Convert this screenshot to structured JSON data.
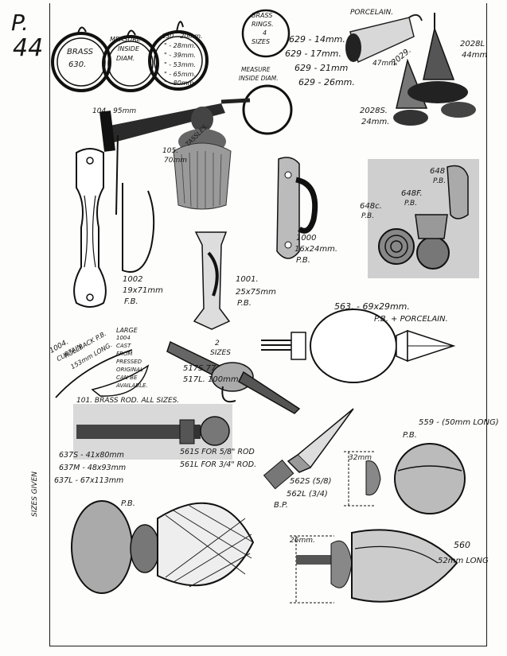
{
  "page": {
    "prefix": "P.",
    "number": "44"
  },
  "items": {
    "brass_rings_630": {
      "left_label": [
        "BRASS",
        "630."
      ],
      "measure_label": [
        "MEASURE",
        "INSIDE",
        "DIAM."
      ],
      "sizes": [
        "630 - 20mm.",
        "\" - 28mm.",
        "\" - 39mm.",
        "\" - 53mm.",
        "\" - 65mm.",
        "\" - 80mm."
      ]
    },
    "brass_rings_629": {
      "heading": [
        "BRASS",
        "RINGS.",
        "4",
        "SIZES"
      ],
      "sizes": [
        "629 - 14mm.",
        "629 - 17mm.",
        "629 - 21mm",
        "629 - 26mm."
      ],
      "measure_label": [
        "MEASURE",
        "INSIDE DIAM."
      ]
    },
    "porcelain_2029": {
      "label": "PORCELAIN.",
      "code": "2029.",
      "size": "47mm."
    },
    "item_2028L": {
      "code": "2028L",
      "size": "44mm"
    },
    "item_2028S": {
      "code": "2028S.",
      "size": "24mm."
    },
    "tassel_104": {
      "size": "104 - 95mm"
    },
    "tassel_105": {
      "label": "TASSLES.",
      "code": "105.",
      "size": "70mm"
    },
    "hook_1000": {
      "code": "1000",
      "size": "16x24mm.",
      "finish": "P.B."
    },
    "fastener_648": {
      "c_code": "648c.",
      "c_finish": "P.B.",
      "f_code": "648F.",
      "f_finish": "P.B.",
      "code": "648",
      "finish": "P.B."
    },
    "plate_1002": {
      "code": "1002",
      "size": "19x71mm",
      "finish": "F.B."
    },
    "hook_1001": {
      "code": "1001.",
      "size": "25x75mm",
      "finish": "P.B."
    },
    "finial_563": {
      "label": "563. - 69x29mm.",
      "finish": "P.B. + PORCELAIN."
    },
    "rollback_1004": {
      "code": "1004.",
      "label": [
        "CURTAIN",
        "ROLLBACK P.B."
      ],
      "size": "153mm LONG.",
      "large_label": [
        "LARGE",
        "1004",
        "CAST",
        "FROM",
        "PRESSED",
        "ORIGINAL",
        "CAN BE",
        "AVAILABLE."
      ]
    },
    "clip_517": {
      "sizes_note": [
        "2",
        "SIZES"
      ],
      "small": "517S.77",
      "large": "517L. 100mm"
    },
    "rod_101": {
      "label": "101. BRASS ROD. ALL SIZES."
    },
    "finial_637": {
      "sizes": [
        "637S - 41x80mm",
        "637M - 48x93mm",
        "637L - 67x113mm"
      ]
    },
    "bracket_561": {
      "small": "561S FOR 5/8\" ROD",
      "large": "561L FOR 3/4\" ROD."
    },
    "arrow_562": {
      "small": "562S (5/8)",
      "large": "562L (3/4)",
      "finish": "B.P."
    },
    "knob_559": {
      "label": "559 - (50mm LONG)",
      "finish": "P.B.",
      "height": "32mm"
    },
    "pineapple": {
      "finish": "P.B.",
      "side_note": "SIZES GIVEN"
    },
    "bullet_560": {
      "code": "560",
      "size": "52mm LONG",
      "height": "26mm."
    }
  }
}
